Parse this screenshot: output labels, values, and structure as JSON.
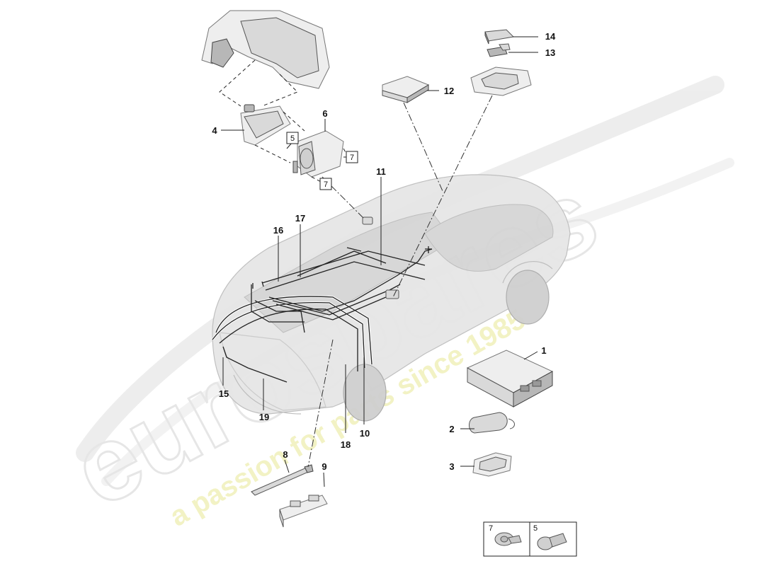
{
  "diagram": {
    "callouts": [
      "1",
      "2",
      "3",
      "4",
      "5",
      "6",
      "7",
      "8",
      "9",
      "10",
      "11",
      "12",
      "13",
      "14",
      "15",
      "16",
      "17",
      "18",
      "19"
    ],
    "boxed_refs": [
      "5",
      "7",
      "7"
    ],
    "legend": {
      "items": [
        "7",
        "5"
      ]
    },
    "watermark": {
      "logo": "eurospares",
      "tagline": "a passion for parts since 1985"
    },
    "colors": {
      "line": "#222222",
      "part": "#d9d9d9",
      "watermark": "#e8e8e8",
      "tagline": "#f0f0b0"
    }
  }
}
